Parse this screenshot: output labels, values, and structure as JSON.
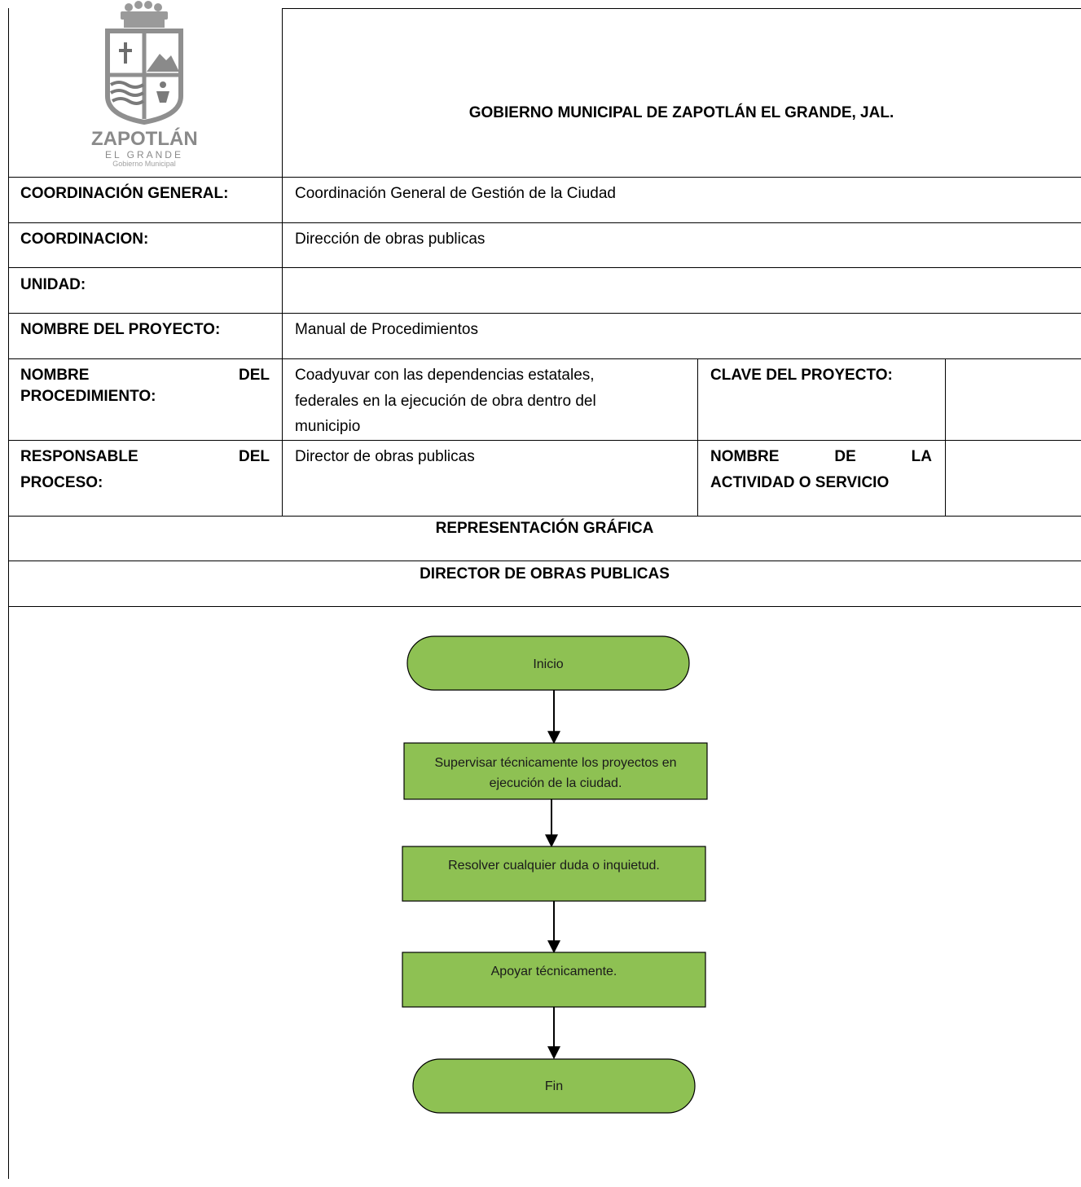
{
  "header": {
    "logo": {
      "name_main": "ZAPOTLÁN",
      "name_sub": "EL GRANDE",
      "name_gov": "Gobierno Municipal"
    },
    "title": "GOBIERNO MUNICIPAL DE ZAPOTLÁN EL GRANDE, JAL."
  },
  "rows": {
    "coordinacion_general": {
      "label": "COORDINACIÓN GENERAL:",
      "value": "Coordinación General de Gestión de la Ciudad"
    },
    "coordinacion": {
      "label": "COORDINACION:",
      "value": "Dirección de obras publicas"
    },
    "unidad": {
      "label": "UNIDAD:",
      "value": ""
    },
    "nombre_proyecto": {
      "label": "NOMBRE DEL PROYECTO:",
      "value": "Manual de Procedimientos"
    },
    "nombre_procedimiento": {
      "label_line1_a": "NOMBRE",
      "label_line1_b": "DEL",
      "label_line2": "PROCEDIMIENTO:",
      "value_line1": "Coadyuvar con las dependencias estatales,",
      "value_line2": "federales en la ejecución de obra dentro del",
      "value_line3": "municipio",
      "clave_label": "CLAVE DEL PROYECTO:",
      "clave_value": ""
    },
    "responsable": {
      "label_line1_a": "RESPONSABLE",
      "label_line1_b": "DEL",
      "label_line2": "PROCESO:",
      "value": "Director de obras publicas",
      "actividad_label_line1_a": "NOMBRE",
      "actividad_label_line1_b": "DE",
      "actividad_label_line1_c": "LA",
      "actividad_label_line2": "ACTIVIDAD O SERVICIO",
      "actividad_value": ""
    }
  },
  "section_title": "REPRESENTACIÓN GRÁFICA",
  "lane_title": "DIRECTOR DE OBRAS PUBLICAS",
  "flowchart": {
    "fill_color": "#8ec153",
    "nodes": [
      {
        "id": "start",
        "shape": "terminator",
        "text": "Inicio"
      },
      {
        "id": "step1",
        "shape": "process",
        "line1": "Supervisar técnicamente los proyectos en",
        "line2": "ejecución de la ciudad."
      },
      {
        "id": "step2",
        "shape": "process",
        "text": "Resolver cualquier duda o inquietud."
      },
      {
        "id": "step3",
        "shape": "process",
        "text": "Apoyar técnicamente."
      },
      {
        "id": "end",
        "shape": "terminator",
        "text": "Fin"
      }
    ]
  }
}
